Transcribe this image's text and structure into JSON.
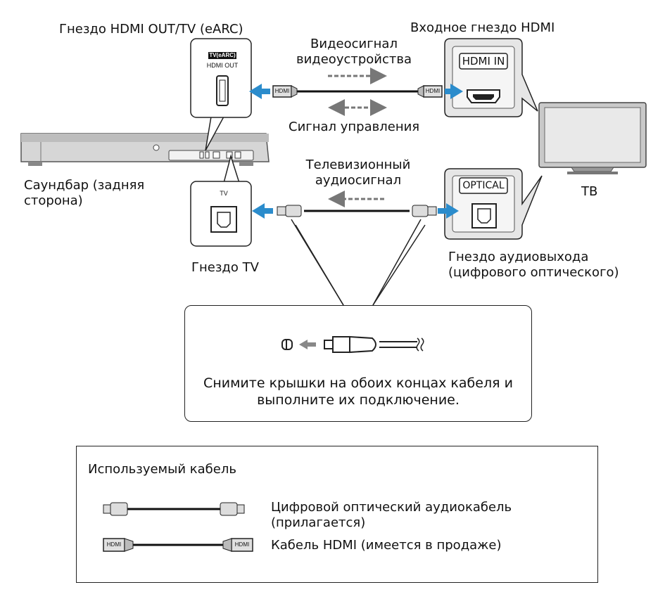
{
  "labels": {
    "hdmi_out_jack": "Гнездо HDMI OUT/TV (eARC)",
    "hdmi_in_jack": "Входное гнездо HDMI",
    "video_signal": "Видеосигнал видеоустройства",
    "control_signal": "Сигнал управления",
    "soundbar_rear": "Саундбар (задняя сторона)",
    "tv": "ТВ",
    "tv_audio_signal": "Телевизионный аудиосигнал",
    "tv_jack": "Гнездо TV",
    "audio_out_jack": "Гнездо аудиовыхода (цифрового оптического)"
  },
  "port_labels": {
    "tv_earc": "TV(eARC)",
    "hdmi_out": "HDMI OUT",
    "hdmi_in": "HDMI IN",
    "optical": "OPTICAL",
    "tv": "TV",
    "plug_hdmi": "HDMI"
  },
  "note": {
    "text": "Снимите крышки на обоих концах кабеля и выполните их подключение."
  },
  "legend": {
    "title": "Используемый кабель",
    "optical_cable": "Цифровой оптический аудиокабель (прилагается)",
    "hdmi_cable": "Кабель HDMI (имеется в продаже)"
  },
  "colors": {
    "arrow_blue": "#2b8ccc",
    "signal_gray": "#777777",
    "device_gray": "#d9d9d9"
  }
}
